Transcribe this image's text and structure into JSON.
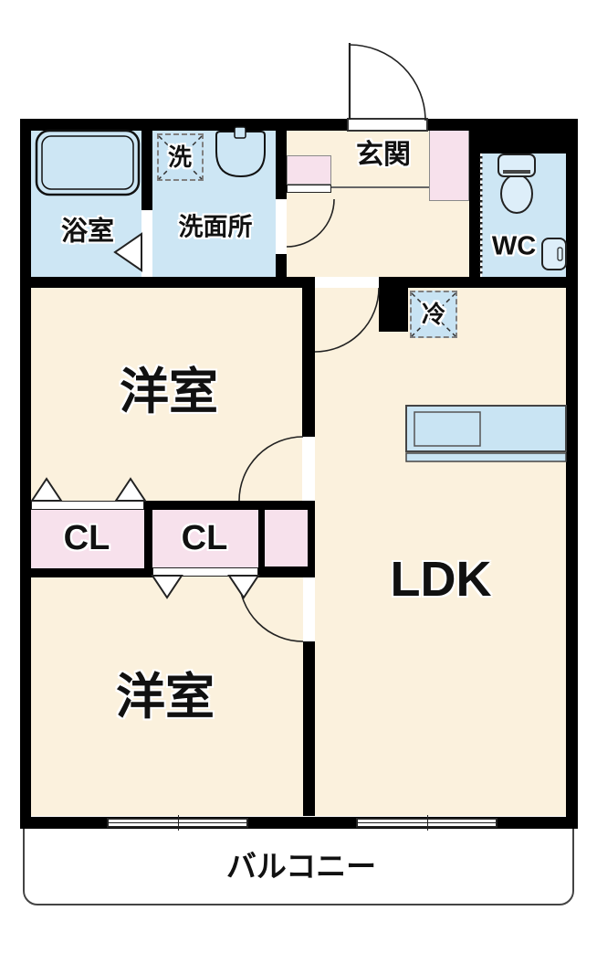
{
  "rooms": {
    "bathroom": {
      "label": "浴室"
    },
    "washroom": {
      "label": "洗面所"
    },
    "laundry": {
      "label": "洗"
    },
    "entrance": {
      "label": "玄関"
    },
    "wc": {
      "label": "WC"
    },
    "bedroom_top": {
      "label": "洋室"
    },
    "bedroom_bottom": {
      "label": "洋室"
    },
    "ldk": {
      "label": "LDK"
    },
    "closet_left": {
      "label": "CL"
    },
    "closet_middle": {
      "label": "CL"
    },
    "refrigerator": {
      "label": "冷"
    },
    "balcony": {
      "label": "バルコニー"
    }
  },
  "colors": {
    "room_cream": "#fbf1dd",
    "room_blue": "#cde6f4",
    "closet_pink": "#f7e1ec",
    "appliance_blue": "#c8e3f3",
    "fixture_blue": "#ddeef9",
    "wall_black": "#000000"
  }
}
